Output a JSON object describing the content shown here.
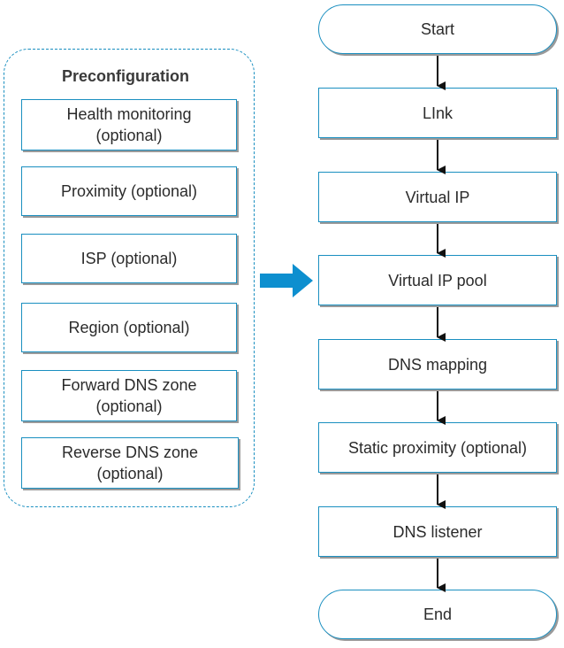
{
  "preconfiguration": {
    "title": "Preconfiguration",
    "items": [
      "Health monitoring\n(optional)",
      "Proximity (optional)",
      "ISP (optional)",
      "Region (optional)",
      "Forward DNS zone\n(optional)",
      "Reverse DNS zone\n(optional)"
    ]
  },
  "flow": {
    "start": "Start",
    "steps": [
      "LInk",
      "Virtual IP",
      "Virtual IP pool",
      "DNS mapping",
      "Static proximity (optional)",
      "DNS listener"
    ],
    "end": "End"
  },
  "colors": {
    "border": "#1a8fc0",
    "arrow_fill": "#0d8fcf",
    "connector": "#111111"
  }
}
